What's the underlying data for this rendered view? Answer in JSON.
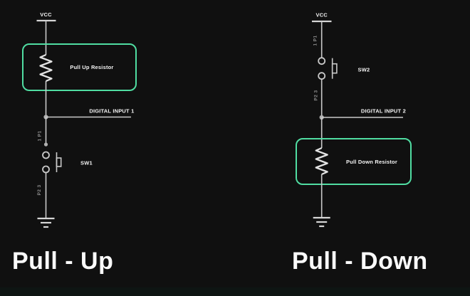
{
  "page": {
    "background_color": "#101010",
    "bottom_strip_color": "#0e1513"
  },
  "colors": {
    "accent_green": "#50dda2",
    "wire_gray": "#c9c9c9",
    "text_white": "#f5f5f5",
    "pin_label_gray": "#8d8d8d"
  },
  "left_circuit": {
    "power_label": "VCC",
    "resistor_label": "Pull Up Resistor",
    "net_label": "DIGITAL INPUT 1",
    "pin_label_top": "1 P1",
    "switch_label": "SW1",
    "pin_label_bottom": "P2 3",
    "title": "Pull - Up"
  },
  "right_circuit": {
    "power_label": "VCC",
    "pin_label_top": "1 P1",
    "switch_label": "SW2",
    "pin_label_bottom": "P2 3",
    "net_label": "DIGITAL INPUT 2",
    "resistor_label": "Pull Down Resistor",
    "title": "Pull - Down"
  }
}
